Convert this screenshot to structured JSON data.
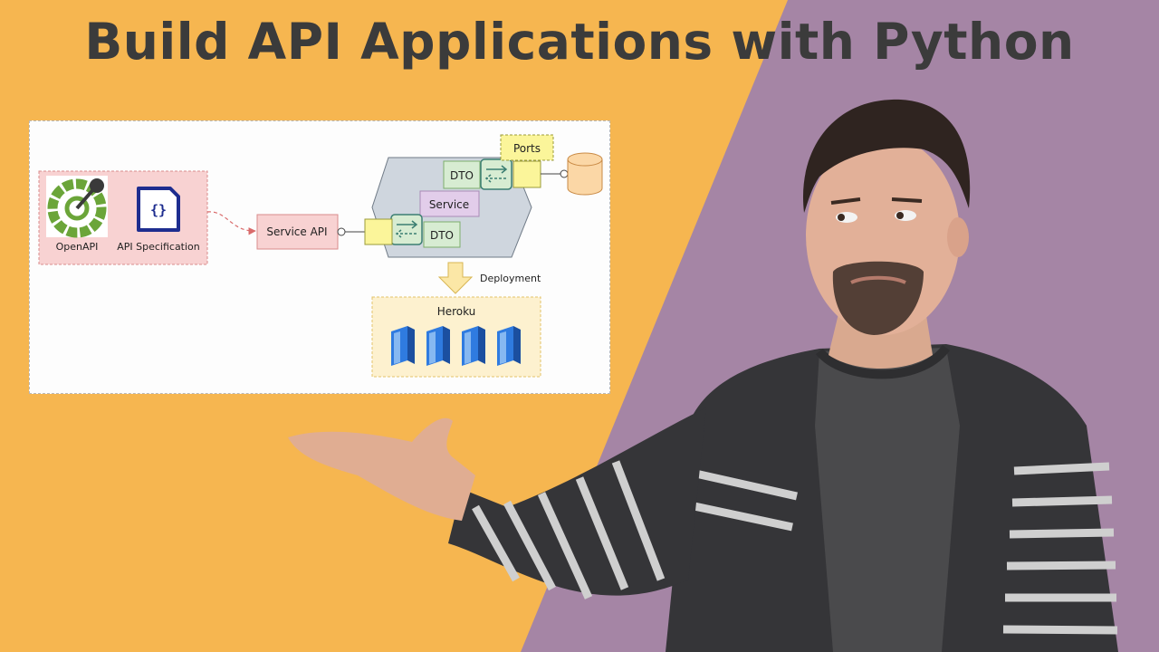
{
  "headline": "Build API Applications with Python",
  "colors": {
    "left_background": "#f6b650",
    "right_background": "#a585a5",
    "headline_text": "#3b3b3b",
    "openapi_group_fill": "#f8d2d2",
    "service_api_fill": "#f8d2d2",
    "hexagon_fill": "#cfd6de",
    "dto_fill": "#d7ecd2",
    "service_fill": "#e2cdea",
    "port_fill": "#fbf59a",
    "database_fill": "#fbd7a6",
    "heroku_fill": "#fdf1cf",
    "server_fill": "#2f7be0"
  },
  "diagram": {
    "openapi_label": "OpenAPI",
    "api_spec_label": "API Specification",
    "api_spec_icon": "{}",
    "service_api_label": "Service API",
    "dto_top_label": "DTO",
    "dto_bottom_label": "DTO",
    "service_label": "Service",
    "ports_label": "Ports",
    "deployment_label": "Deployment",
    "heroku_label": "Heroku",
    "server_count": 4
  }
}
